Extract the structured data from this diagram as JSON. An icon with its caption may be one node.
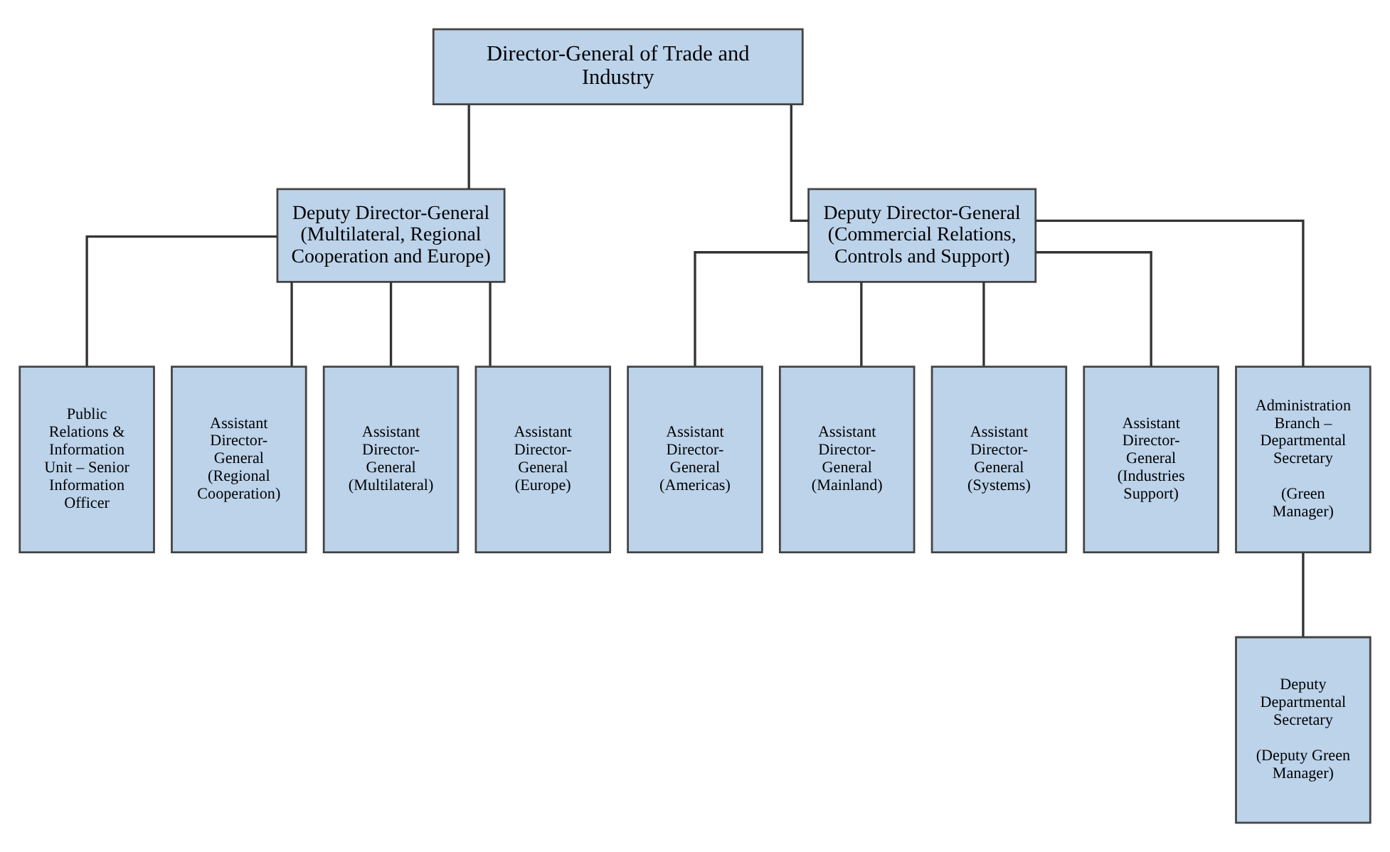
{
  "diagram": {
    "nodes": [
      {
        "text": [
          "Director-General of Trade and Industry"
        ]
      },
      {
        "text": [
          "Deputy Director-General (Multilateral, Regional Cooperation and Europe)"
        ]
      },
      {
        "text": [
          "Deputy Director-General (Commercial Relations, Controls and Support)"
        ]
      },
      {
        "text": [
          "Public Relations & Information Unit – Senior Information Officer"
        ]
      },
      {
        "text": [
          "Assistant Director-General (Regional Cooperation)"
        ]
      },
      {
        "text": [
          "Assistant Director-General (Multilateral)"
        ]
      },
      {
        "text": [
          "Assistant Director-General (Europe)"
        ]
      },
      {
        "text": [
          "Assistant Director-General (Americas)"
        ]
      },
      {
        "text": [
          "Assistant Director-General (Mainland)"
        ]
      },
      {
        "text": [
          "Assistant Director-General (Systems)"
        ]
      },
      {
        "text": [
          "Assistant Director-General (Industries Support)"
        ]
      },
      {
        "text": [
          "Administration Branch – Departmental Secretary",
          "(Green Manager)"
        ]
      },
      {
        "text": [
          "Deputy Departmental Secretary",
          "(Deputy Green Manager)"
        ]
      }
    ],
    "edges": [
      {
        "from": 0,
        "to": 1,
        "arrow": "none"
      },
      {
        "from": 0,
        "to": 2,
        "arrow": "none"
      },
      {
        "from": 1,
        "to": 3,
        "arrow": "none"
      },
      {
        "from": 1,
        "to": 4,
        "arrow": "none"
      },
      {
        "from": 1,
        "to": 5,
        "arrow": "none"
      },
      {
        "from": 1,
        "to": 6,
        "arrow": "none"
      },
      {
        "from": 2,
        "to": 7,
        "arrow": "none"
      },
      {
        "from": 2,
        "to": 8,
        "arrow": "none"
      },
      {
        "from": 2,
        "to": 9,
        "arrow": "none"
      },
      {
        "from": 2,
        "to": 10,
        "arrow": "none"
      },
      {
        "from": 2,
        "to": 11,
        "arrow": "none"
      },
      {
        "from": 11,
        "to": 12,
        "arrow": "none"
      }
    ]
  }
}
